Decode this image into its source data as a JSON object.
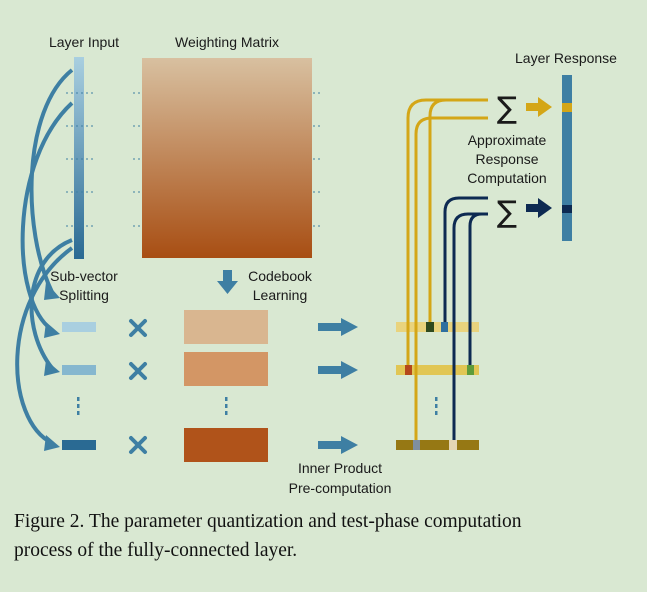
{
  "labels": {
    "layer_input": "Layer Input",
    "weighting_matrix": "Weighting Matrix",
    "layer_response": "Layer Response",
    "approximate_response_computation": [
      "Approximate",
      "Response",
      "Computation"
    ],
    "sub_vector_splitting": [
      "Sub-vector",
      "Splitting"
    ],
    "codebook_learning": [
      "Codebook",
      "Learning"
    ],
    "inner_product_precomputation": [
      "Inner Product",
      "Pre-computation"
    ],
    "sum_symbol": "∑",
    "multiply_symbol": "✕"
  },
  "caption": {
    "line1": "Figure 2. The parameter quantization and test-phase computation",
    "line2": "process of the fully-connected layer."
  },
  "colors": {
    "background": "#d9e8d2",
    "blue": "#3e7fa3",
    "dark_navy": "#0d2a52",
    "gold": "#d4a617",
    "matrix_top": "#d7bc98",
    "matrix_bottom": "#a84e13"
  },
  "icons": [
    "sum-icon",
    "multiply-icon",
    "arrow-right-icon",
    "arrow-down-icon",
    "ellipsis-icon"
  ]
}
